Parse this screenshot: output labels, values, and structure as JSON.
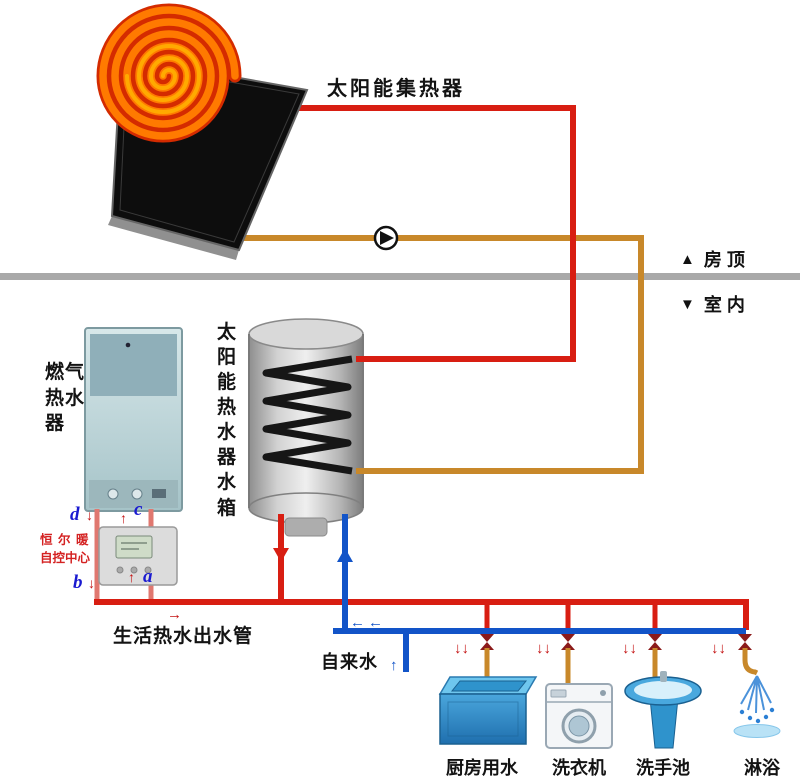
{
  "labels": {
    "collector": "太阳能集热器",
    "roof": "房 顶",
    "indoor": "室 内",
    "gas_heater": "燃气热水器",
    "tank": "太阳能热水器水箱",
    "control_line1": "恒 尔 暖",
    "control_line2": "自控中心",
    "hot_water_pipe": "生活热水出水管",
    "tap_water": "自来水",
    "kitchen": "厨房用水",
    "washer": "洗衣机",
    "basin": "洗手池",
    "shower": "淋浴"
  },
  "ports": {
    "a": "a",
    "b": "b",
    "c": "c",
    "d": "d"
  },
  "markers": {
    "roof_arrow": "▲",
    "indoor_arrow": "▼"
  },
  "arrows": {
    "down": "↓",
    "up": "↑",
    "left": "←",
    "right": "→",
    "double_down": "↓↓"
  },
  "colors": {
    "hot_pipe": "#d81e12",
    "return_pipe": "#c8882a",
    "cold_pipe": "#1254c8",
    "control_pipe": "#e07870",
    "valve": "#8b1a1a",
    "sun_glow": "#d42b00",
    "sun_core": "#ff7a00",
    "panel": "#0d0d0d",
    "divider": "#a9a9a9"
  }
}
